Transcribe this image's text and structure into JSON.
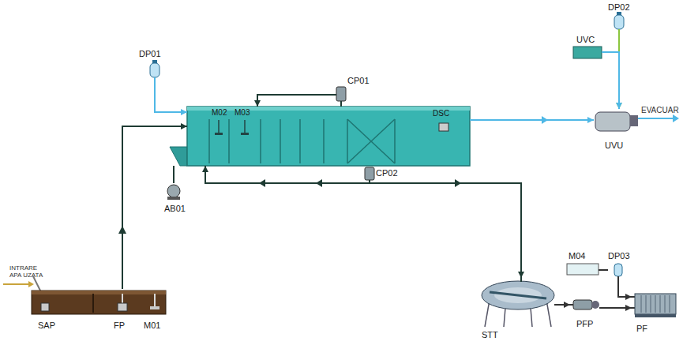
{
  "diagram": {
    "nodes": [
      {
        "text": [
          "SAP",
          "FP",
          "M01"
        ]
      },
      {
        "text": [
          "M02",
          "M03",
          "DSC"
        ]
      },
      {
        "text": [
          "DP01"
        ]
      },
      {
        "text": [
          "CP01"
        ]
      },
      {
        "text": [
          "CP02"
        ]
      },
      {
        "text": [
          "AB01"
        ]
      },
      {
        "text": [
          "DP02"
        ]
      },
      {
        "text": [
          "UVC"
        ]
      },
      {
        "text": [
          "UVU"
        ]
      },
      {
        "text": [
          "STT"
        ]
      },
      {
        "text": [
          "M04"
        ]
      },
      {
        "text": [
          "DP03"
        ]
      },
      {
        "text": [
          "PFP"
        ]
      },
      {
        "text": [
          "PF"
        ]
      }
    ],
    "edges": [
      {
        "from": 0,
        "to": 1,
        "arrow": "to"
      },
      {
        "from": 2,
        "to": 1,
        "arrow": "to"
      },
      {
        "from": 3,
        "to": 1,
        "arrow": "to"
      },
      {
        "from": 4,
        "to": 1,
        "arrow": "to"
      },
      {
        "from": 4,
        "to": 9,
        "arrow": "to"
      },
      {
        "from": 5,
        "to": 1,
        "arrow": "none"
      },
      {
        "from": 1,
        "to": 8,
        "arrow": "to"
      },
      {
        "from": 6,
        "to": 8,
        "arrow": "to"
      },
      {
        "from": 7,
        "to": 8,
        "arrow": "to"
      },
      {
        "from": 9,
        "to": 12,
        "arrow": "to"
      },
      {
        "from": 12,
        "to": 13,
        "arrow": "to"
      },
      {
        "from": 10,
        "to": 11,
        "arrow": "none"
      },
      {
        "from": 11,
        "to": 13,
        "arrow": "to"
      }
    ],
    "labels": [
      "INTRARE APA UZATA",
      "EVACUAR"
    ]
  }
}
